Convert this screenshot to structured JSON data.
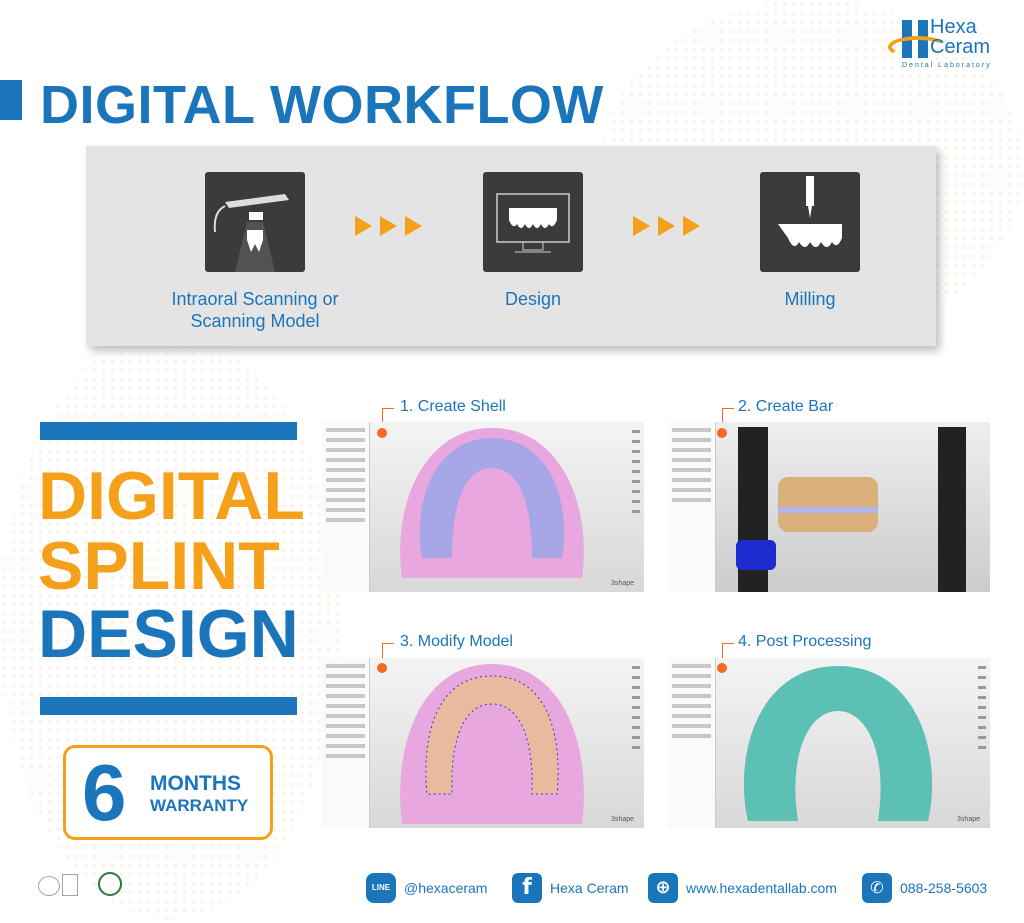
{
  "brand": {
    "logo_text_1": "Hexa",
    "logo_text_2": "Ceram",
    "tagline": "Dental Laboratory"
  },
  "header": {
    "title": "DIGITAL WORKFLOW"
  },
  "workflow": {
    "steps": [
      {
        "label": "Intraoral Scanning or\nScanning Model",
        "icon": "scanner-icon"
      },
      {
        "label": "Design",
        "icon": "monitor-teeth-icon"
      },
      {
        "label": "Milling",
        "icon": "milling-icon"
      }
    ]
  },
  "splint": {
    "line1": "DIGITAL",
    "line2": "SPLINT",
    "line3": "DESIGN",
    "warranty_number": "6",
    "warranty_line1": "MONTHS",
    "warranty_line2": "WARRANTY"
  },
  "steps": [
    {
      "label": "1. Create Shell",
      "software": "3shape"
    },
    {
      "label": "2. Create Bar",
      "software": ""
    },
    {
      "label": "3. Modify Model",
      "software": "3shape"
    },
    {
      "label": "4. Post Processing",
      "software": "3shape"
    }
  ],
  "footer": {
    "line": "@hexaceram",
    "facebook": "Hexa Ceram",
    "website": "www.hexadentallab.com",
    "phone": "088-258-5603",
    "line_icon_text": "LINE"
  },
  "colors": {
    "blue": "#1b75bb",
    "orange": "#f5a01a",
    "gray_box": "#e4e4e4",
    "icon_bg": "#3b3b3d"
  }
}
